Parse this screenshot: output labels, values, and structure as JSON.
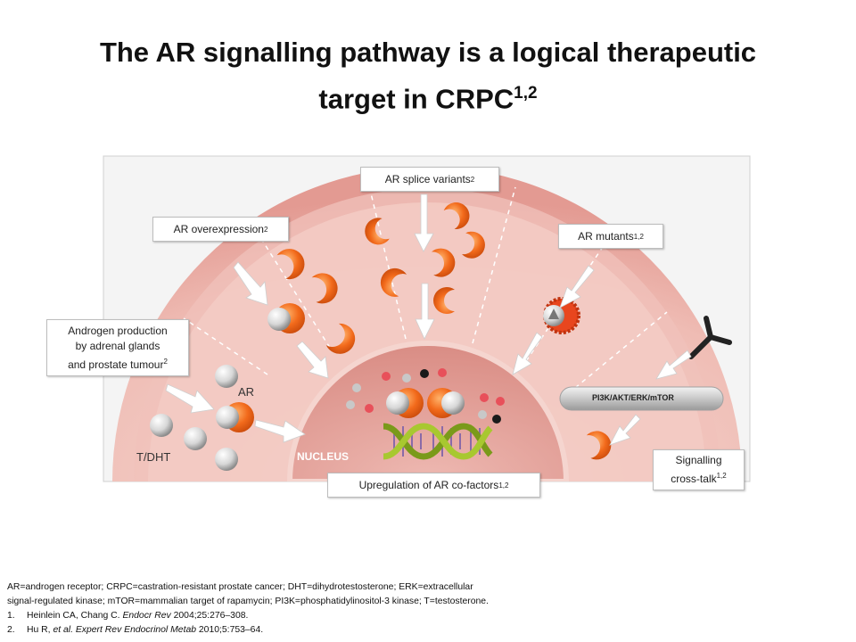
{
  "title": {
    "line1": "The AR signalling pathway is a logical therapeutic",
    "line2": "target in CRPC",
    "sup": "1,2"
  },
  "callouts": {
    "splice": {
      "text": "AR splice variants",
      "sup": "2"
    },
    "overexpression": {
      "text": "AR overexpression",
      "sup": "2"
    },
    "mutants": {
      "text": "AR mutants",
      "sup": "1,2"
    },
    "androgen": {
      "line1": "Androgen production",
      "line2": "by adrenal glands",
      "line3": "and prostate tumour",
      "sup": "2"
    },
    "cofactors": {
      "text": "Upregulation of AR co-factors",
      "sup": "1,2"
    },
    "crosstalk": {
      "line1": "Signalling",
      "line2": "cross-talk",
      "sup": "1,2"
    }
  },
  "labels": {
    "ar": "AR",
    "tdht": "T/DHT",
    "nucleus": "NUCLEUS",
    "pathway": "PI3K/AKT/ERK/mTOR"
  },
  "footer": {
    "abbrev1": "AR=androgen receptor; CRPC=castration-resistant prostate cancer; DHT=dihydrotestosterone; ERK=extracellular",
    "abbrev2": "signal-regulated kinase; mTOR=mammalian target of rapamycin; PI3K=phosphatidylinositol-3 kinase; T=testosterone.",
    "ref1_num": "1.",
    "ref1_text": "Heinlein CA, Chang C. ",
    "ref1_journal": "Endocr Rev",
    "ref1_rest": " 2004;25:276–308.",
    "ref2_num": "2.",
    "ref2_authors": "Hu R, ",
    "ref2_etal": "et al. Expert Rev Endocrinol Metab",
    "ref2_rest": " 2010;5:753–64."
  },
  "colors": {
    "outer_cell": "#e8a9a3",
    "inner_cell": "#f2c9c2",
    "nucleus": "#e2a39c",
    "receptor": "#f26a1b",
    "pill": "#c9c9c9",
    "mutant": "#e8461e"
  }
}
